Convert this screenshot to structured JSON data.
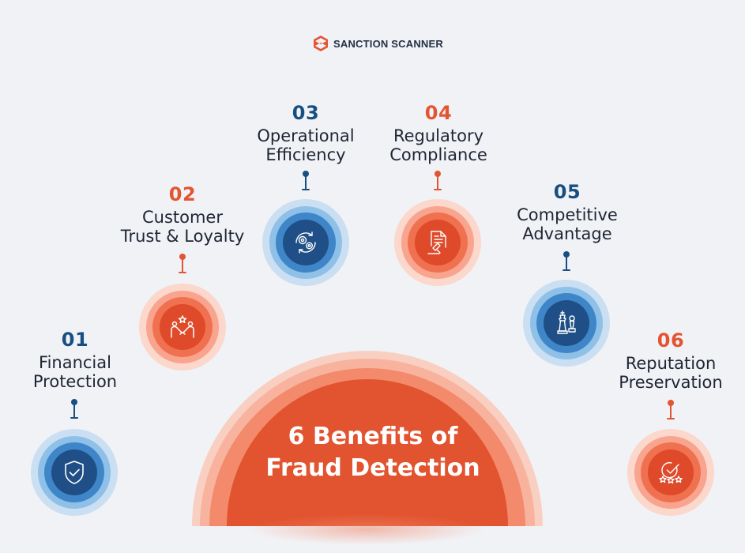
{
  "brand": {
    "name": "SANCTION SCANNER",
    "icon": "sanction-scanner-logo-icon",
    "color": "#e35532"
  },
  "hero": {
    "line1": "6 Benefits of",
    "line2": "Fraud Detection",
    "color": "#e2532f"
  },
  "colors": {
    "blue_dark": "#184f82",
    "orange": "#e35532",
    "text": "#1e2533"
  },
  "benefits": [
    {
      "number": "01",
      "line1": "Financial",
      "line2": "Protection",
      "accent": "blue",
      "icon": "shield-check-icon"
    },
    {
      "number": "02",
      "line1": "Customer",
      "line2": "Trust & Loyalty",
      "accent": "orange",
      "icon": "handshake-star-icon"
    },
    {
      "number": "03",
      "line1": "Operational",
      "line2": "Efficiency",
      "accent": "blue",
      "icon": "gears-cycle-icon"
    },
    {
      "number": "04",
      "line1": "Regulatory",
      "line2": "Compliance",
      "accent": "orange",
      "icon": "document-gavel-icon"
    },
    {
      "number": "05",
      "line1": "Competitive",
      "line2": "Advantage",
      "accent": "blue",
      "icon": "chess-pieces-icon"
    },
    {
      "number": "06",
      "line1": "Reputation",
      "line2": "Preservation",
      "accent": "orange",
      "icon": "rating-stars-icon"
    }
  ]
}
